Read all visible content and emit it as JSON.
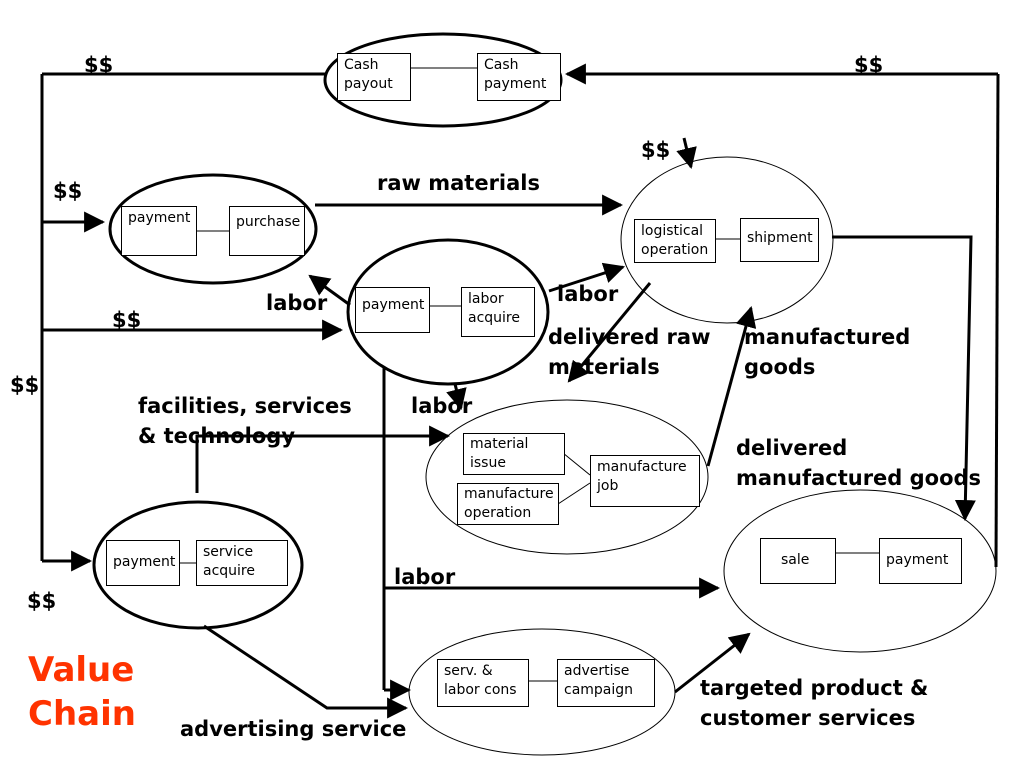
{
  "title": "Value\nChain",
  "events": {
    "cash": {
      "left": "Cash\npayout",
      "right": "Cash\npayment"
    },
    "purchase": {
      "left": "payment",
      "right": "purchase"
    },
    "labor": {
      "left": "payment",
      "right": "labor\nacquire"
    },
    "logistics": {
      "left": "logistical\noperation",
      "right": "shipment"
    },
    "manufacture": {
      "top": "material\nissue",
      "bottom": "manufacture\noperation",
      "right": "manufacture\njob"
    },
    "service": {
      "left": "payment",
      "right": "service\nacquire"
    },
    "sale": {
      "left": "sale",
      "right": "payment"
    },
    "advertise": {
      "left": "serv. &\nlabor cons",
      "right": "advertise\ncampaign"
    }
  },
  "flows": {
    "money_top_left": "$$",
    "money_top_right": "$$",
    "money_logistics": "$$",
    "money_purchase": "$$",
    "money_labor": "$$",
    "money_left": "$$",
    "money_bottom": "$$",
    "raw_materials": "raw materials",
    "labor_purchase": "labor",
    "labor_logistics": "labor",
    "labor_manufacture": "labor",
    "labor_sale": "labor",
    "delivered_raw": "delivered raw\nmaterials",
    "manufactured_goods": "manufactured\ngoods",
    "facilities": "facilities, services\n& technology",
    "delivered_goods": "delivered\nmanufactured goods",
    "targeted": "targeted product &\ncustomer  services",
    "advertising_service": "advertising service"
  }
}
